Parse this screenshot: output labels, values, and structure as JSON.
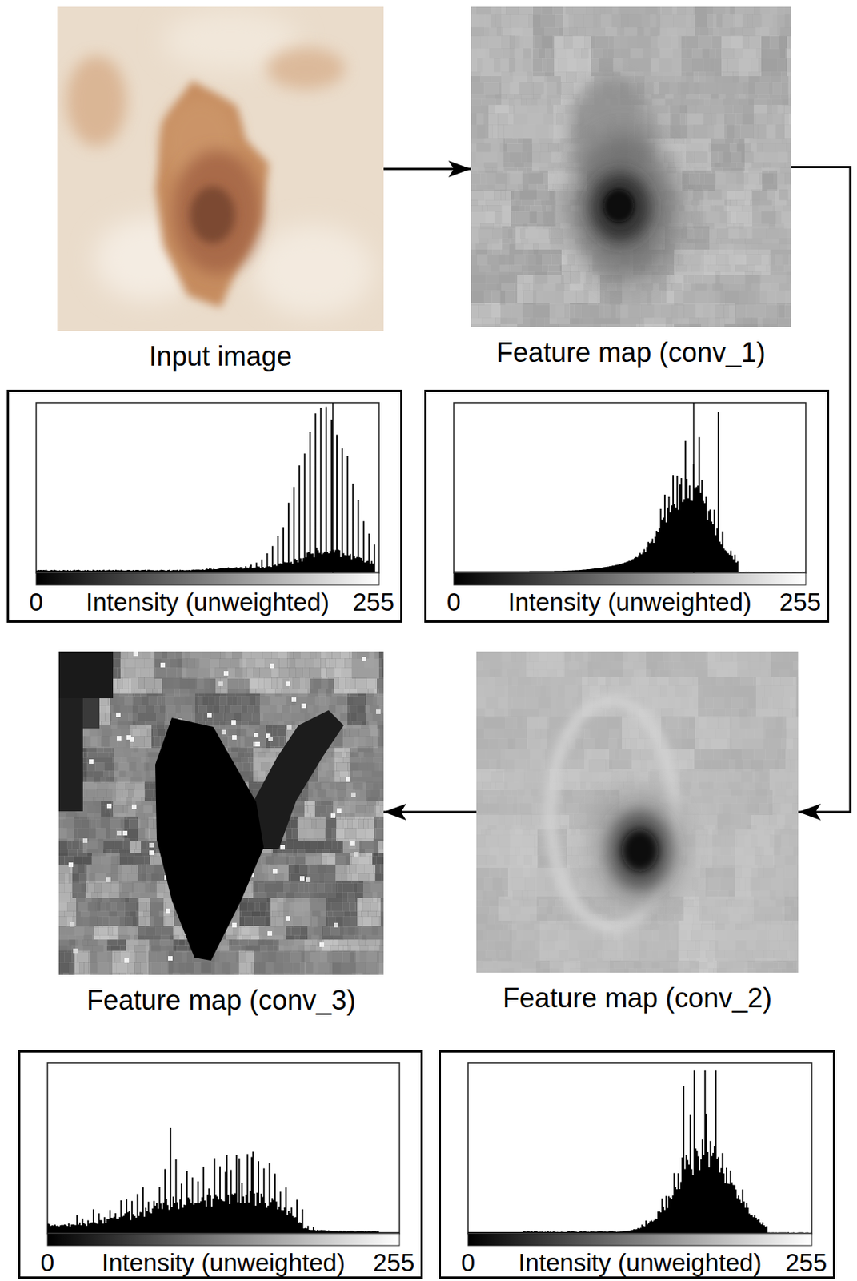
{
  "diagram": {
    "nodes": [
      {
        "text": [
          "Input image"
        ]
      },
      {
        "text": [
          "Feature map (conv_1)"
        ]
      },
      {
        "text": [
          "0",
          "Intensity (unweighted)",
          "255"
        ]
      },
      {
        "text": [
          "0",
          "Intensity (unweighted)",
          "255"
        ]
      },
      {
        "text": [
          "Feature map (conv_3)"
        ]
      },
      {
        "text": [
          "Feature map (conv_2)"
        ]
      },
      {
        "text": [
          "0",
          "Intensity (unweighted)",
          "255"
        ]
      },
      {
        "text": [
          "0",
          "Intensity (unweighted)",
          "255"
        ]
      }
    ],
    "edges": [
      {
        "from": 0,
        "to": 1,
        "arrow": "to"
      },
      {
        "from": 1,
        "to": 5,
        "arrow": "to"
      },
      {
        "from": 5,
        "to": 4,
        "arrow": "to"
      }
    ]
  }
}
